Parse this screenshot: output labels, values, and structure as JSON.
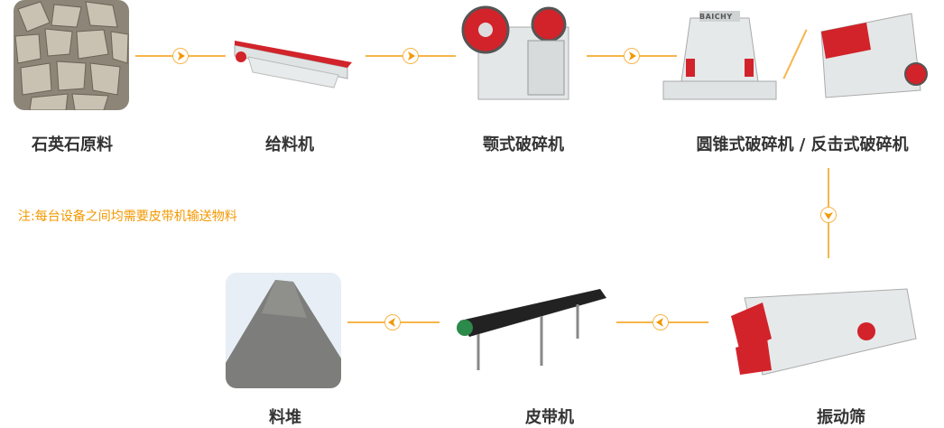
{
  "accent_color": "#f39800",
  "steps": [
    {
      "label": "石英石原料",
      "image": "quartz-stone-photo"
    },
    {
      "label": "给料机",
      "image": "vibrating-feeder-machine"
    },
    {
      "label": "颚式破碎机",
      "image": "jaw-crusher-machine"
    },
    {
      "label": "圆锥式破碎机 / 反击式破碎机",
      "image": "cone-and-impact-crusher-machines"
    },
    {
      "label": "振动筛",
      "image": "vibrating-screen-machine"
    },
    {
      "label": "皮带机",
      "image": "belt-conveyor-machine"
    },
    {
      "label": "料堆",
      "image": "stockpile-photo"
    }
  ],
  "note": "注:每台设备之间均需要皮带机输送物料",
  "machine_brand": "BAICHY"
}
